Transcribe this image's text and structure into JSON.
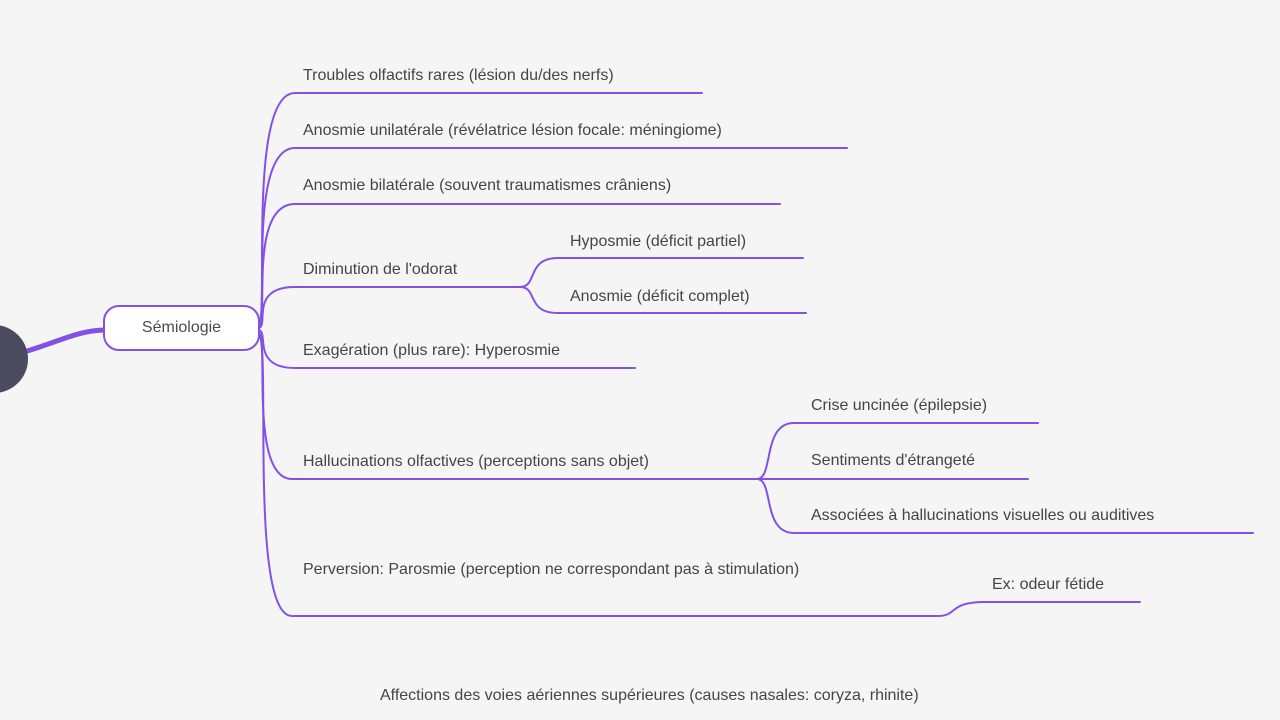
{
  "colors": {
    "background": "#f5f5f5",
    "accent": "#8450e6",
    "root-fill": "#4a4b5e",
    "text": "#454545",
    "node-bg": "#ffffff"
  },
  "central_node": {
    "label": "Sémiologie"
  },
  "branches": [
    {
      "label": "Troubles olfactifs rares (lésion du/des nerfs)"
    },
    {
      "label": "Anosmie unilatérale (révélatrice lésion focale: méningiome)"
    },
    {
      "label": "Anosmie bilatérale (souvent traumatismes crâniens)"
    },
    {
      "label": "Diminution de l'odorat",
      "children": [
        {
          "label": "Hyposmie (déficit partiel)"
        },
        {
          "label": "Anosmie (déficit complet)"
        }
      ]
    },
    {
      "label": "Exagération (plus rare): Hyperosmie"
    },
    {
      "label": "Hallucinations olfactives (perceptions sans objet)",
      "children": [
        {
          "label": "Crise uncinée (épilepsie)"
        },
        {
          "label": "Sentiments d'étrangeté"
        },
        {
          "label": "Associées à hallucinations visuelles ou auditives"
        }
      ]
    },
    {
      "label": "Perversion: Parosmie (perception ne correspondant pas à stimulation)",
      "children": [
        {
          "label": "Ex: odeur fétide"
        }
      ]
    },
    {
      "label": "Affections des voies aériennes supérieures (causes nasales: coryza, rhinite)"
    }
  ]
}
